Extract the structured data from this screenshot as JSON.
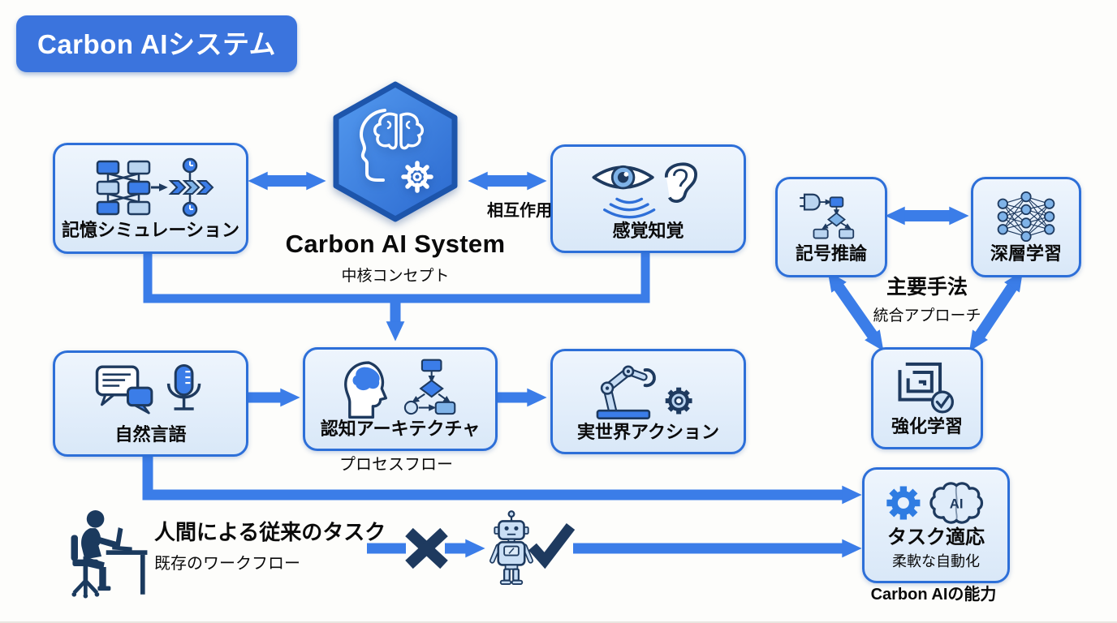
{
  "title": "Carbon AIシステム",
  "hexagon": {
    "title": "Carbon AI System",
    "subtitle": "中核コンセプト"
  },
  "nodes": {
    "memory": {
      "label": "記憶シミュレーション"
    },
    "sense": {
      "label": "感覚知覚"
    },
    "natural": {
      "label": "自然言語"
    },
    "cognitive": {
      "label": "認知アーキテクチャ",
      "caption": "プロセスフロー"
    },
    "action": {
      "label": "実世界アクション"
    },
    "symbolic": {
      "label": "記号推論"
    },
    "deep": {
      "label": "深層学習"
    },
    "reinforce": {
      "label": "強化学習"
    },
    "task": {
      "label": "タスク適応",
      "sublabel": "柔軟な自動化",
      "caption": "Carbon AIの能力",
      "ai_text": "AI"
    }
  },
  "annotations": {
    "interaction": "相互作用",
    "methods_title": "主要手法",
    "methods_subtitle": "統合アプローチ"
  },
  "human": {
    "title": "人間による従来のタスク",
    "subtitle": "既存のワークフロー"
  },
  "colors": {
    "accent": "#3b7de8",
    "box_border": "#2d6fd8",
    "box_fill": "#e3eefb",
    "dark_navy": "#1e3a5f",
    "banner_blue": "#3b74dd",
    "hex_blue": "#3a7ce0"
  }
}
